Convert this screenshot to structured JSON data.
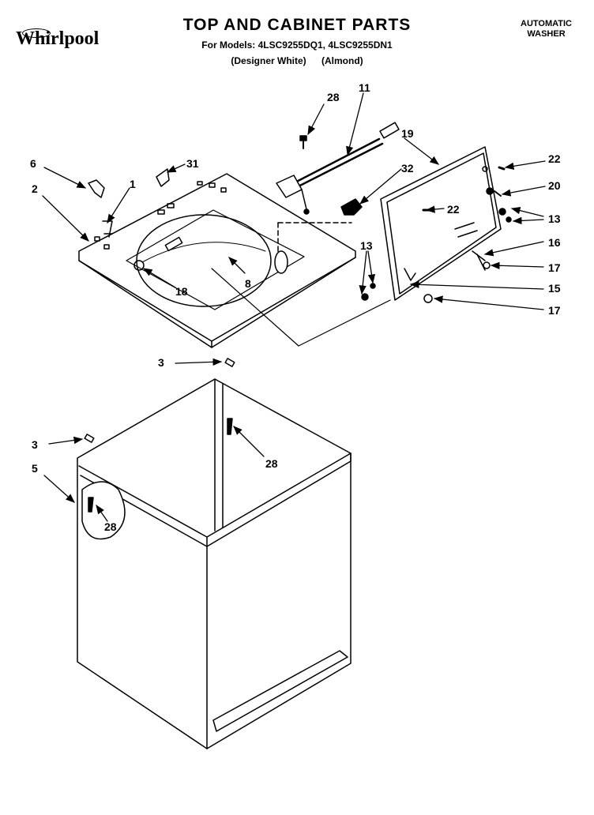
{
  "header": {
    "brand": "Whirlpool",
    "title": "TOP AND CABINET PARTS",
    "models_line": "For Models: 4LSC9255DQ1, 4LSC9255DN1",
    "color_1": "(Designer White)",
    "color_2": "(Almond)",
    "product_type_line1": "AUTOMATIC",
    "product_type_line2": "WASHER"
  },
  "callouts": {
    "c28a": "28",
    "c11": "11",
    "c19": "19",
    "c6": "6",
    "c31": "31",
    "c1": "1",
    "c2": "2",
    "c32": "32",
    "c22a": "22",
    "c20": "20",
    "c22b": "22",
    "c13a": "13",
    "c16": "16",
    "c13b": "13",
    "c17a": "17",
    "c15": "15",
    "c17b": "17",
    "c8": "8",
    "c18": "18",
    "c3a": "3",
    "c28b": "28",
    "c3b": "3",
    "c5": "5",
    "c28c": "28"
  }
}
